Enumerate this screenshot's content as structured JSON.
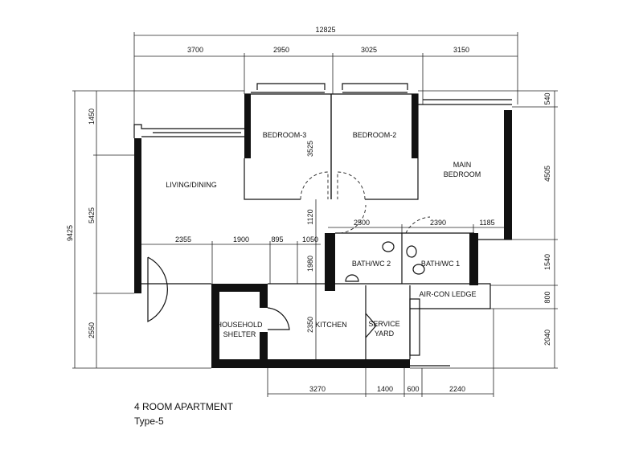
{
  "plan": {
    "title": "4 ROOM APARTMENT",
    "subtitle": "Type-5",
    "rooms": {
      "living": "LIVING/DINING",
      "bedroom3": "BEDROOM-3",
      "bedroom2": "BEDROOM-2",
      "main_bedroom_1": "MAIN",
      "main_bedroom_2": "BEDROOM",
      "bath2": "BATH/WC 2",
      "bath1": "BATH/WC 1",
      "aircon": "AIR-CON LEDGE",
      "shelter_1": "HOUSEHOLD",
      "shelter_2": "SHELTER",
      "kitchen": "KITCHEN",
      "service_1": "SERVICE",
      "service_2": "YARD"
    },
    "dims": {
      "overall_width": "12825",
      "top": [
        "3700",
        "2950",
        "3025",
        "3150"
      ],
      "overall_height": "9425",
      "left": [
        "1450",
        "5425",
        "2550"
      ],
      "right": [
        "540",
        "4505",
        "1540",
        "800",
        "2040"
      ],
      "mid_row": [
        "2355",
        "1900",
        "895",
        "1050"
      ],
      "bath_row": [
        "2500",
        "2390",
        "1185"
      ],
      "vertical_inner": [
        "3525",
        "1120",
        "1980",
        "2350"
      ],
      "bottom": [
        "3270",
        "1400",
        "600",
        "2240"
      ]
    }
  }
}
